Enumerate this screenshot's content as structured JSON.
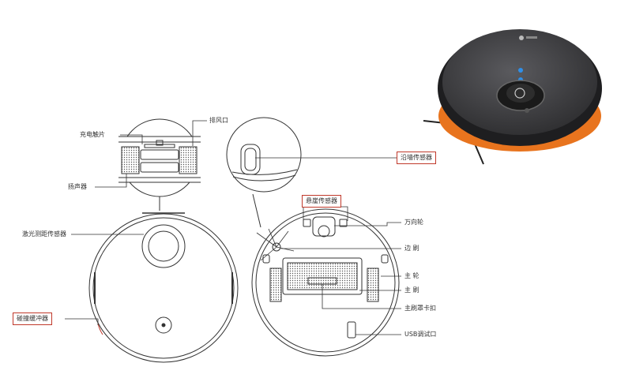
{
  "labels": {
    "charging_contacts": "充电触片",
    "exhaust_vent": "排风口",
    "speaker": "扬声器",
    "laser_sensor": "激光测距传感器",
    "bumper": "碰撞缓冲器",
    "wall_sensor": "沿墙传感器",
    "cliff_sensor": "悬崖传感器",
    "caster_wheel": "万向轮",
    "side_brush": "边  刷",
    "main_wheel": "主  轮",
    "main_brush": "主  刷",
    "brush_cover_clip": "主刷罩卡扣",
    "usb_port": "USB调试口"
  },
  "product_photo": {
    "body_color": "#3a3a3c",
    "accent_color": "#e8741e",
    "indicator_color": "#2f8fe8"
  },
  "colors": {
    "line": "#333333",
    "highlight_box": "#c0392b"
  }
}
